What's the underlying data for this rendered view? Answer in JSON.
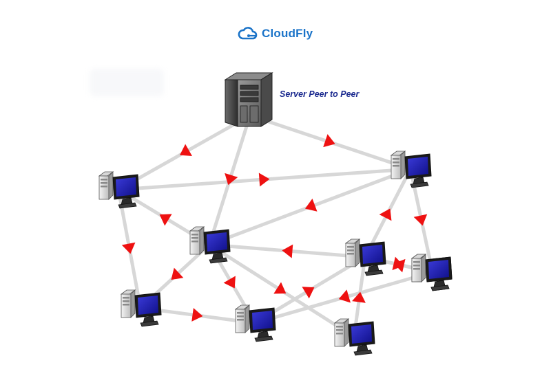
{
  "brand": {
    "name": "CloudFly",
    "icon": "cloud-icon",
    "color": "#1a73c8"
  },
  "server": {
    "label": "Server Peer to Peer",
    "icon": "server-tower-icon"
  },
  "colors": {
    "link": "#d7d7d7",
    "arrow": "#ee1111",
    "label": "#1b2a8f",
    "screen": "#1a1aa8"
  },
  "diagram": {
    "nodes": [
      {
        "id": "server",
        "type": "server"
      },
      {
        "id": "pc1",
        "type": "computer"
      },
      {
        "id": "pc2",
        "type": "computer"
      },
      {
        "id": "pc3",
        "type": "computer"
      },
      {
        "id": "pc4",
        "type": "computer"
      },
      {
        "id": "pc5",
        "type": "computer"
      },
      {
        "id": "pc6",
        "type": "computer"
      },
      {
        "id": "pc7",
        "type": "computer"
      },
      {
        "id": "pc8",
        "type": "computer"
      },
      {
        "id": "pc9",
        "type": "computer"
      }
    ],
    "edges": [
      {
        "from": "server",
        "to": "pc1"
      },
      {
        "from": "server",
        "to": "pc3"
      },
      {
        "from": "server",
        "to": "pc2"
      },
      {
        "from": "pc1",
        "to": "pc2"
      },
      {
        "from": "pc2",
        "to": "pc3"
      },
      {
        "from": "pc3",
        "to": "pc1"
      },
      {
        "from": "pc1",
        "to": "pc4"
      },
      {
        "from": "pc3",
        "to": "pc4"
      },
      {
        "from": "pc3",
        "to": "pc5"
      },
      {
        "from": "pc3",
        "to": "pc7"
      },
      {
        "from": "pc4",
        "to": "pc5"
      },
      {
        "from": "pc5",
        "to": "pc6"
      },
      {
        "from": "pc6",
        "to": "pc3"
      },
      {
        "from": "pc6",
        "to": "pc2"
      },
      {
        "from": "pc2",
        "to": "pc8"
      },
      {
        "from": "pc7",
        "to": "pc6"
      },
      {
        "from": "pc8",
        "to": "pc6"
      },
      {
        "from": "pc6",
        "to": "pc9"
      },
      {
        "from": "pc9",
        "to": "pc5"
      }
    ]
  }
}
